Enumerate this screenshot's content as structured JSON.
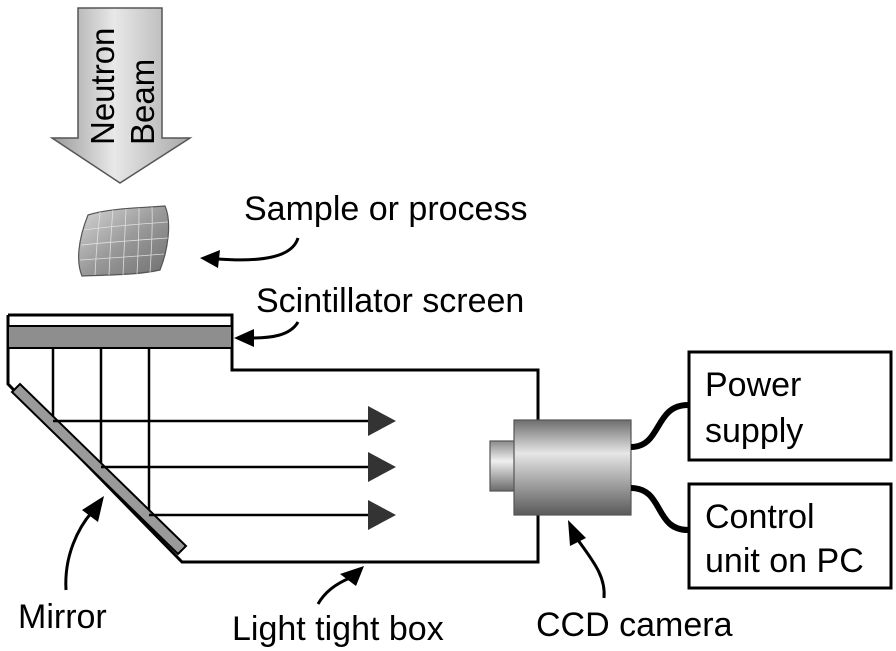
{
  "beam": {
    "line1": "Neutron",
    "line2": "Beam"
  },
  "labels": {
    "sample": "Sample or process",
    "scintillator": "Scintillator screen",
    "mirror": "Mirror",
    "box": "Light tight box",
    "camera": "CCD camera"
  },
  "power_supply": {
    "line1": "Power",
    "line2": "supply"
  },
  "control_unit": {
    "line1": "Control",
    "line2": "unit on PC"
  }
}
